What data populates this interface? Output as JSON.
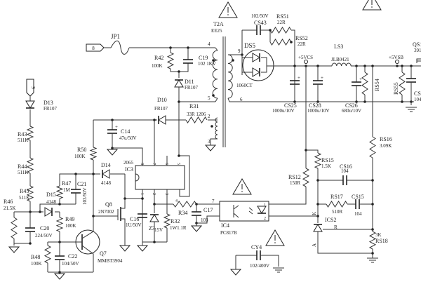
{
  "schematic": {
    "title": "Switching power supply schematic",
    "colors": {
      "line": "#333333",
      "text": "#222222",
      "background": "#ffffff"
    },
    "labels": {
      "jp1": "JP1",
      "conn8": "8",
      "conn9": "9",
      "r42": "R42",
      "r42v": "100K",
      "c19": "C19",
      "c19v": "102 1KV",
      "d11": "D11",
      "d11v": "FR107",
      "d10": "D10",
      "d10v": "FR107",
      "r31": "R31",
      "r31v": "33R 1206",
      "t2a": "T2A",
      "t2av": "EE25",
      "pin4": "4",
      "pin5": "5",
      "pin2": "2",
      "pin3": "3",
      "pin9": "9",
      "pin6": "6",
      "ds5": "DS5",
      "ds5v": "1060CT",
      "cs43v": "102/50V",
      "cs43": "CS43",
      "rs51": "RS51",
      "rs51v": "22R",
      "rs52": "RS52",
      "rs52v": "22R",
      "vcs": "+5VCS",
      "ls3": "LS3",
      "ls3v": "JLB0421",
      "vsb": "+5VSB",
      "qs1": "QS1",
      "qs1v": "391",
      "cs25": "CS25",
      "cs25v": "1000u/10V",
      "cs28": "CS28",
      "cs28v": "1000u/10V",
      "cs26": "CS26",
      "cs26v": "680u/10V",
      "rs54": "RS54",
      "rs55": "RS55",
      "csx": "CS",
      "csxv": "104",
      "rs16": "RS16",
      "rs16v": "3.09K",
      "rs15": "RS15",
      "rs15v": "1.5K",
      "rs12": "RS12",
      "rs12v": "150R",
      "cs16": "CS16",
      "cs16v": "104",
      "rs17": "RS17",
      "rs17v": "510R",
      "cs15": "CS15",
      "cs15v": "104",
      "ics2": "ICS2",
      "pinK": "K",
      "pinR": "R",
      "pinA": "A",
      "rs18": "RS18",
      "rs18v": "3K",
      "ic4": "IC4",
      "ic4v": "PC817B",
      "ic4p1": "1",
      "ic4p2": "2",
      "ic4p7": "7",
      "cy4": "CY4",
      "cy4v": "102/400V",
      "d13": "D13",
      "d13v": "FR107",
      "r43": "R43",
      "r43v": "511K",
      "r44": "R44",
      "r44v": "511K",
      "r45": "R45",
      "r45v": "511K",
      "r46": "R46",
      "r46v": "21.5K",
      "c20": "C20",
      "c20v": "224/50V",
      "d15": "D15",
      "d15v": "4148",
      "r47": "R47",
      "r47v": "1M",
      "c21": "C21",
      "c21v": "103/50V",
      "d14": "D14",
      "d14v": "4148",
      "r50": "R50",
      "r50v": "100K",
      "c14": "C14",
      "c14v": "47u/50V",
      "ic3": "IC3",
      "ic3v": "2065",
      "ic3p8": "8",
      "ic3p7": "7",
      "ic3p6": "6",
      "ic3p5": "5",
      "ic3p1": "1",
      "ic3p2": "2",
      "ic3p3": "3",
      "ic3p4": "4",
      "q8": "Q8",
      "q8v": "2N7002",
      "r49": "R49",
      "r49v": "100K",
      "q7": "Q7",
      "q7v": "MMBT3904",
      "r48": "R48",
      "r48v": "100K",
      "c22": "C22",
      "c22v": "104/50V",
      "c16": "C16",
      "c16v": "1U/50V",
      "z3": "Z3",
      "z3v": "15V",
      "r32": "R32",
      "r32v": "1W1.1R",
      "r34": "R34",
      "c17": "C17",
      "c17v": "103"
    }
  }
}
